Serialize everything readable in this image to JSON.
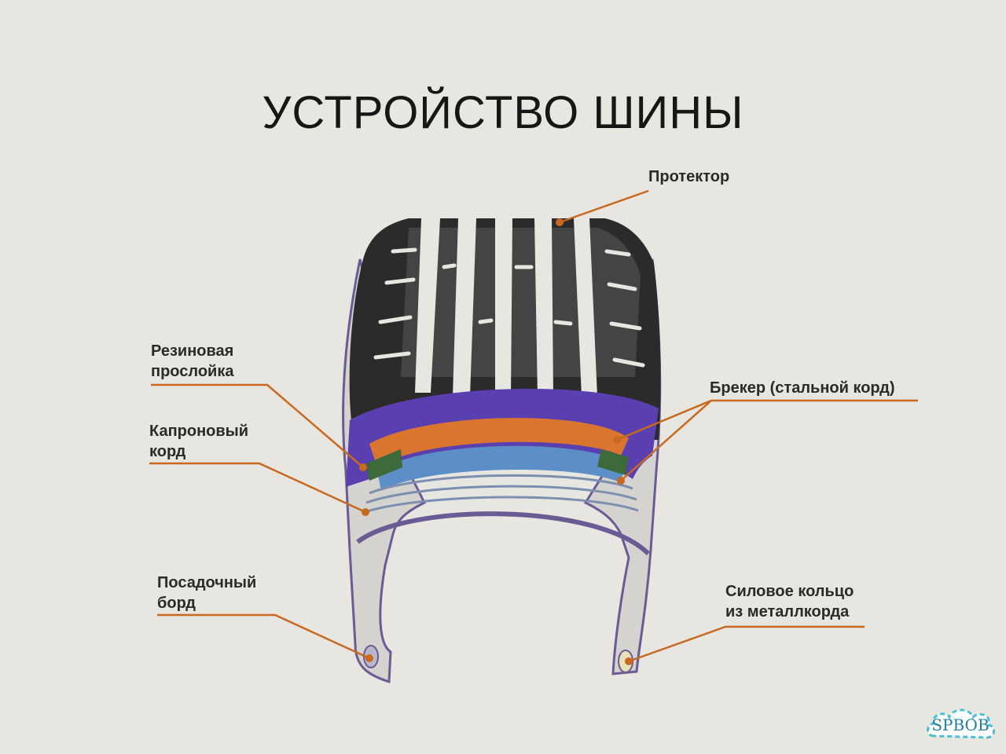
{
  "title": "УСТРОЙСТВО ШИНЫ",
  "colors": {
    "background": "#e8e6e1",
    "leader": "#c8691f",
    "tread_rubber": "#2a2a2a",
    "rubber_layer": "#5a3fb0",
    "breaker_steel_cord": "#d9752f",
    "nylon_cord": "#5c8fc8",
    "bead_ring": "#3d6a3a",
    "liner": "#6b5b94"
  },
  "labels": {
    "protektor": "Протектор",
    "rubber_layer": [
      "Резиновая",
      "прослойка"
    ],
    "nylon_cord": [
      "Капроновый",
      "корд"
    ],
    "breaker": "Брекер (стальной корд)",
    "bead": [
      "Посадочный",
      "борд"
    ],
    "bead_ring": [
      "Силовое кольцо",
      "из металлкорда"
    ]
  },
  "watermark": "SPBOB"
}
